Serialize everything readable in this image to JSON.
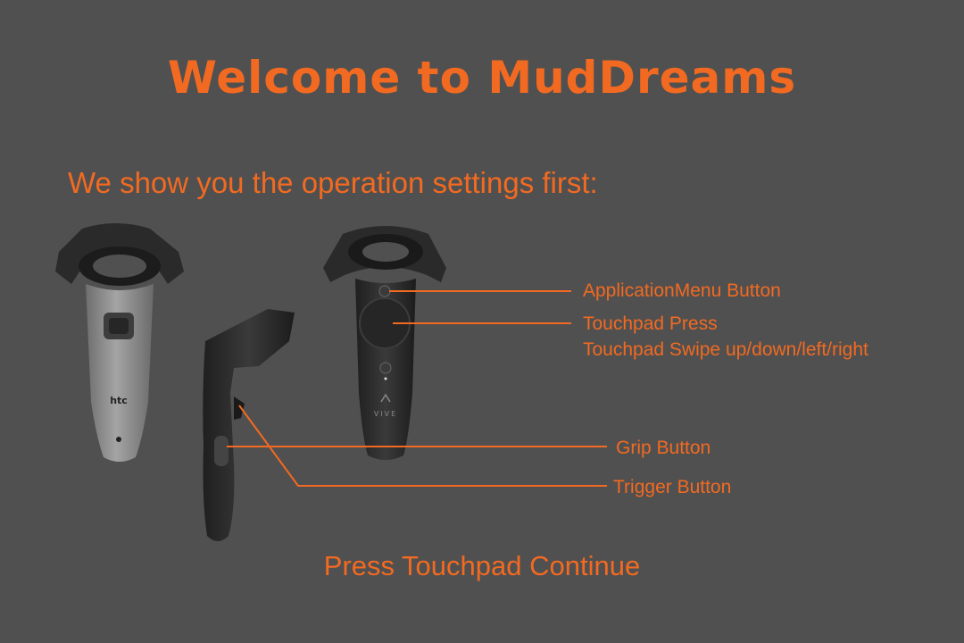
{
  "title": "Welcome to MudDreams",
  "subtitle": "We show you the operation settings first:",
  "controllers": {
    "brand_back": "htc",
    "brand_front": "VIVE"
  },
  "labels": {
    "application_menu": "ApplicationMenu Button",
    "touchpad_press": "Touchpad Press",
    "touchpad_swipe": "Touchpad Swipe up/down/left/right",
    "grip": "Grip Button",
    "trigger": "Trigger Button"
  },
  "continue_prompt": "Press Touchpad Continue",
  "colors": {
    "background": "#505050",
    "accent": "#f26a21",
    "controller_body": "#2b2b2b",
    "controller_back": "#8e8e8e"
  },
  "icons": [
    "vive-controller-back-icon",
    "vive-controller-side-icon",
    "vive-controller-front-icon"
  ]
}
